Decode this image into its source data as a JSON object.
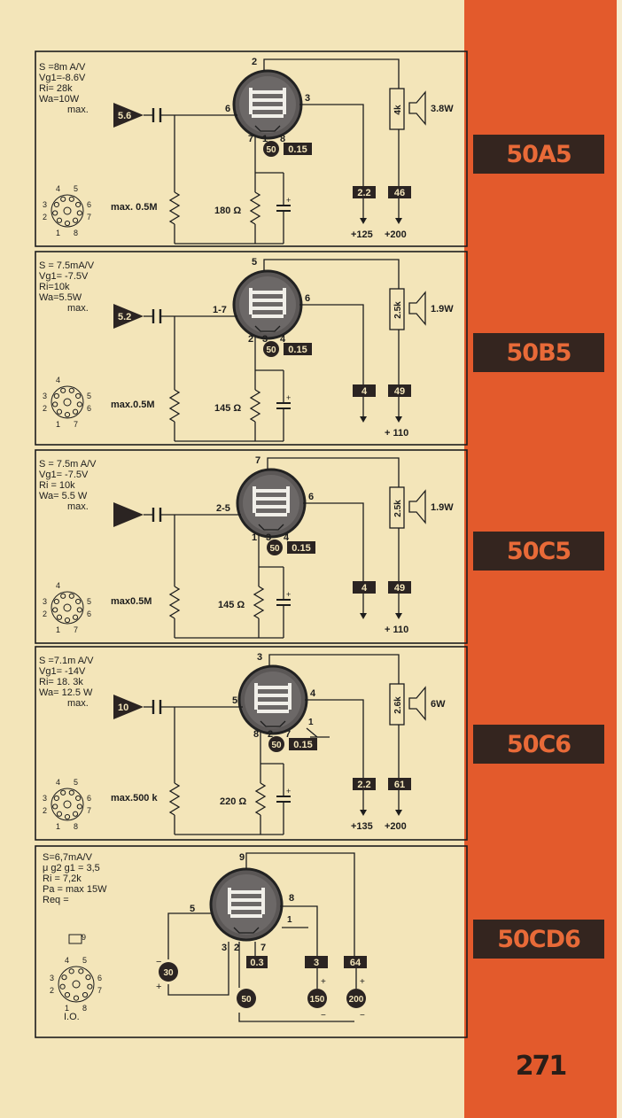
{
  "page_number": "271",
  "colors": {
    "paper": "#f3e5b9",
    "strip": "#e35a2c",
    "tab_bg": "#34251f",
    "tab_text": "#e86a38",
    "ink": "#1d1d1d"
  },
  "tubes": [
    {
      "code": "50A5",
      "specs": [
        "S =8m A/V",
        "Vg1=-8.6V",
        "Ri= 28k",
        "Wa=10W",
        "max."
      ],
      "input_value": "5.6",
      "pins": {
        "top": "2",
        "right": "3",
        "left": "6",
        "b1": "7",
        "b2": "1",
        "b3": "8"
      },
      "heater_v": "50",
      "heater_a": "0.15",
      "grid_resistor": "max. 0.5M",
      "cathode_resistor": "180 Ω",
      "current_a": "2.2",
      "current_b": "46",
      "load": "4k",
      "power": "3.8W",
      "supply_a": "+125",
      "supply_b": "+200",
      "socket_top": [
        "4",
        "5"
      ],
      "socket_left": [
        "3",
        "2"
      ],
      "socket_right": [
        "6",
        "7"
      ],
      "socket_bottom": [
        "1",
        "8"
      ]
    },
    {
      "code": "50B5",
      "specs": [
        "S = 7.5mA/V",
        "Vg1= -7.5V",
        "Ri=10k",
        "Wa=5.5W",
        "max."
      ],
      "input_value": "5.2",
      "pins": {
        "top": "5",
        "right": "6",
        "left": "1-7",
        "b1": "2",
        "b2": "3",
        "b3": "4"
      },
      "heater_v": "50",
      "heater_a": "0.15",
      "grid_resistor": "max.0.5M",
      "cathode_resistor": "145 Ω",
      "current_a": "4",
      "current_b": "49",
      "load": "2.5k",
      "power": "1.9W",
      "supply_a": "",
      "supply_b": "+ 110",
      "socket_top": [
        "4"
      ],
      "socket_left": [
        "3",
        "2"
      ],
      "socket_right": [
        "5",
        "6"
      ],
      "socket_bottom": [
        "1",
        "7"
      ]
    },
    {
      "code": "50C5",
      "specs": [
        "S = 7.5m A/V",
        "Vg1= -7.5V",
        "Ri = 10k",
        "Wa= 5.5 W",
        "max."
      ],
      "input_value": "",
      "pins": {
        "top": "7",
        "right": "6",
        "left": "2-5",
        "b1": "1",
        "b2": "3",
        "b3": "4"
      },
      "heater_v": "50",
      "heater_a": "0.15",
      "grid_resistor": "max0.5M",
      "cathode_resistor": "145 Ω",
      "current_a": "4",
      "current_b": "49",
      "load": "2.5k",
      "power": "1.9W",
      "supply_a": "",
      "supply_b": "+ 110",
      "socket_top": [
        "4"
      ],
      "socket_left": [
        "3",
        "2"
      ],
      "socket_right": [
        "5",
        "6"
      ],
      "socket_bottom": [
        "1",
        "7"
      ]
    },
    {
      "code": "50C6",
      "specs": [
        "S =7.1m A/V",
        "Vg1= -14V",
        "Ri= 18. 3k",
        "Wa= 12.5 W",
        "max."
      ],
      "input_value": "10",
      "pins": {
        "top": "3",
        "right": "4",
        "left": "5",
        "b1": "8",
        "b2": "2",
        "b3": "7",
        "extra": "1"
      },
      "heater_v": "50",
      "heater_a": "0.15",
      "grid_resistor": "max.500 k",
      "cathode_resistor": "220 Ω",
      "current_a": "2.2",
      "current_b": "61",
      "load": "2.6k",
      "power": "6W",
      "supply_a": "+135",
      "supply_b": "+200",
      "socket_top": [
        "4",
        "5"
      ],
      "socket_left": [
        "3",
        "2"
      ],
      "socket_right": [
        "6",
        "7"
      ],
      "socket_bottom": [
        "1",
        "8"
      ]
    },
    {
      "code": "50CD6",
      "specs": [
        "S=6,7mA/V",
        "μ g2 g1 = 3,5",
        "Ri = 7,2k",
        "Pa = max 15W",
        "Req ="
      ],
      "pins": {
        "top": "9",
        "g": "5",
        "k": "8",
        "b1": "3",
        "b2": "2",
        "b3": "7",
        "extra": "1"
      },
      "left_circle": "30",
      "heater_circle": "50",
      "mid_circle": "150",
      "right_circle": "200",
      "box_a": "0.3",
      "box_b": "3",
      "box_c": "64",
      "cap_pin": "9",
      "socket_top": [
        "4",
        "5"
      ],
      "socket_left": [
        "3",
        "2"
      ],
      "socket_right": [
        "6",
        "7"
      ],
      "socket_bottom": [
        "1",
        "8"
      ],
      "socket_label": "I.O."
    }
  ]
}
